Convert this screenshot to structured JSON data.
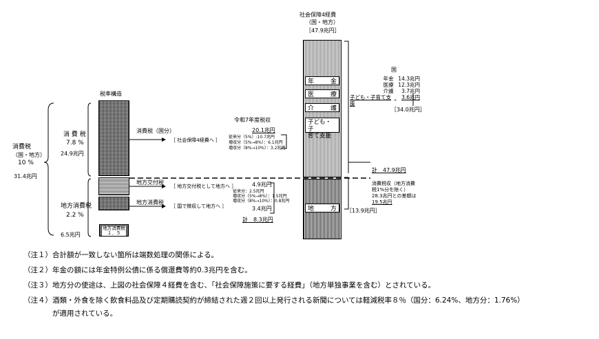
{
  "left": {
    "total_label": [
      "消費税",
      "（国・地方）",
      "10 %"
    ],
    "total_amount": "31.4兆円",
    "consumption_tax_label": "消 費 税",
    "consumption_tax_rate": "7.8 %",
    "consumption_tax_amount": "24.9兆円",
    "local_tax_label": "地方消費税",
    "local_tax_rate": "2.2 %",
    "local_tax_amount": "6.5兆円"
  },
  "structure": {
    "title": "税率構造",
    "small_box": [
      "地方消費税",
      "１．５"
    ]
  },
  "flows": {
    "shouhizei_kokubun": "消費税（国分）",
    "social_security_4": "社会保障4経費へ",
    "local_grant_tax": "地方交付税",
    "to_local_as_grant": "地方交付税として地方へ",
    "local_consumption_tax": "地方消費税",
    "collected_by_state": "国で徴収して地方へ"
  },
  "middle": {
    "heading": "令和7年度税収",
    "amount_top": "20.1兆円",
    "breakdown_top": [
      "従来分（5%）:10.7兆円",
      "増収分（5%→8%）：6.1兆円",
      "増収分（8%→10%）：3.2兆円"
    ],
    "amount_grant": "4.9兆円",
    "breakdown_grant": [
      "従来分：2.5兆円",
      "増収分（5%→8%）：1.5兆円",
      "増収分（8%→10%）：0.8兆円"
    ],
    "amount_local": "3.4兆円",
    "total_local": "計　8.3兆円"
  },
  "social": {
    "heading": [
      "社会保障4経費",
      "（国・地方）",
      "［47.9兆円］"
    ],
    "labels": {
      "pension": [
        "年",
        "金"
      ],
      "medical": [
        "医",
        "療"
      ],
      "care": [
        "介",
        "護"
      ],
      "child": [
        "子ども・子",
        "育て支援"
      ],
      "local": [
        "地",
        "方"
      ]
    },
    "local_amount": "［13.9兆円］"
  },
  "right": {
    "title": "国",
    "items": [
      {
        "label": "年金",
        "value": "14.3兆円"
      },
      {
        "label": "医療",
        "value": "12.3兆円"
      },
      {
        "label": "介護",
        "value": "3.7兆円"
      },
      {
        "label": "子ども・子育て支援",
        "value": "3.6兆円"
      }
    ],
    "national_total": "［34.0兆円］",
    "total": "計　47.9兆円",
    "gap_note": [
      "消費税収（地方消費",
      "税1%分を除く）",
      "28.3兆円との差額は",
      "19.5兆円"
    ]
  },
  "notes": [
    "（注１）合計額が一致しない箇所は端数処理の関係による。",
    "（注２）年金の額には年金特例公債に係る償還費等約0.3兆円を含む。",
    "（注３）地方分の使途は、上図の社会保障４経費を含む、「社会保障施策に要する経費」（地方単独事業を含む）とされている。",
    "（注４）酒類・外食を除く飲食料品及び定期購読契約が締結された週２回以上発行される新聞については軽減税率８％（国分：6.24%、地方分：1.76%）",
    "　　　　が適用されている。"
  ]
}
